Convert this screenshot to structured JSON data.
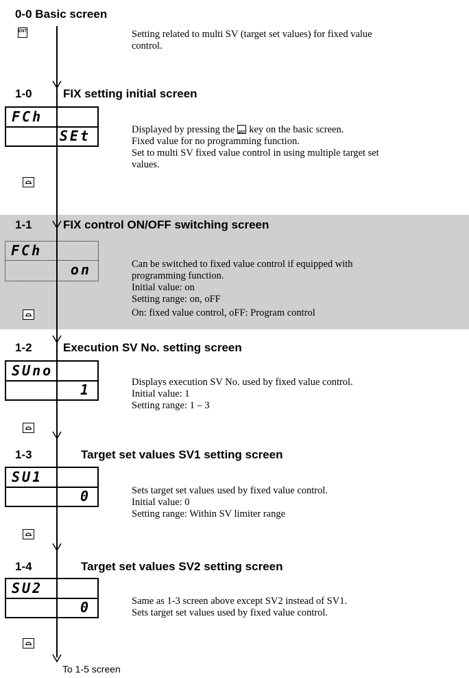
{
  "basic": {
    "heading": "0-0 Basic screen",
    "key": "ENT",
    "lines": [
      "Setting related to multi SV (target set values) for fixed value",
      "control."
    ]
  },
  "screens": [
    {
      "num": "1-0",
      "title": "FIX setting initial screen",
      "display_top": "FCh",
      "display_bottom": "SEt",
      "lines_before_key": "Displayed by pressing the",
      "inline_key": "ENT",
      "lines_after_key": "key on the basic screen.",
      "lines": [
        "Fixed value for no programming function.",
        "Set to multi SV fixed value control in using multiple target set",
        "values."
      ]
    },
    {
      "num": "1-1",
      "title": "FIX control ON/OFF switching screen",
      "display_top": "FCh",
      "display_bottom": "on",
      "lines": [
        "Can be switched to fixed value control if equipped with",
        "programming function.",
        "Initial value: on",
        "Setting range: on, oFF",
        "On: fixed value control, oFF: Program control"
      ]
    },
    {
      "num": "1-2",
      "title": "Execution SV No. setting screen",
      "display_top": "SUno",
      "display_bottom": "1",
      "lines": [
        "Displays execution SV No. used by fixed value control.",
        "Initial value: 1",
        "Setting range: 1 – 3"
      ]
    },
    {
      "num": "1-3",
      "title": "Target set values SV1 setting screen",
      "display_top": "SU1",
      "display_bottom": "0",
      "lines": [
        "Sets target set values used by fixed value control.",
        "Initial value: 0",
        "Setting range: Within SV limiter range"
      ]
    },
    {
      "num": "1-4",
      "title": "Target set values SV2 setting screen",
      "display_top": "SU2",
      "display_bottom": "0",
      "lines": [
        "Same as 1-3 screen above except SV2 instead of SV1.",
        "Sets target set values used by fixed value control."
      ]
    }
  ],
  "footer": "To 1-5 screen"
}
